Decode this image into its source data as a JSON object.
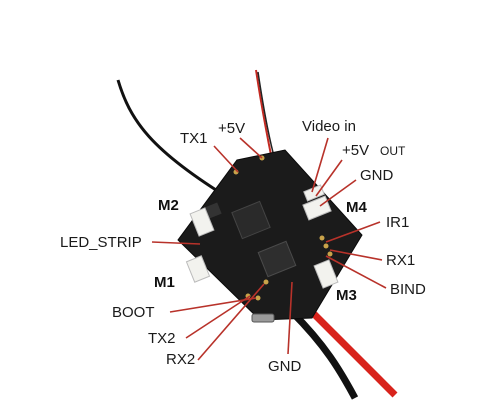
{
  "diagram": {
    "labels": {
      "tx1": "TX1",
      "plus5v": "+5V",
      "video_in": "Video in",
      "plus5v_out": "+5V",
      "out": "OUT",
      "gnd_top": "GND",
      "m4": "M4",
      "ir1": "IR1",
      "m2": "M2",
      "led_strip": "LED_STRIP",
      "rx1": "RX1",
      "m1": "M1",
      "bind": "BIND",
      "m3": "M3",
      "boot": "BOOT",
      "tx2": "TX2",
      "rx2": "RX2",
      "gnd_bottom": "GND"
    },
    "colors": {
      "leader_line": "#b8322a",
      "board": "#1b1b1b",
      "wire_red": "#d8231c",
      "wire_black": "#111111"
    }
  }
}
